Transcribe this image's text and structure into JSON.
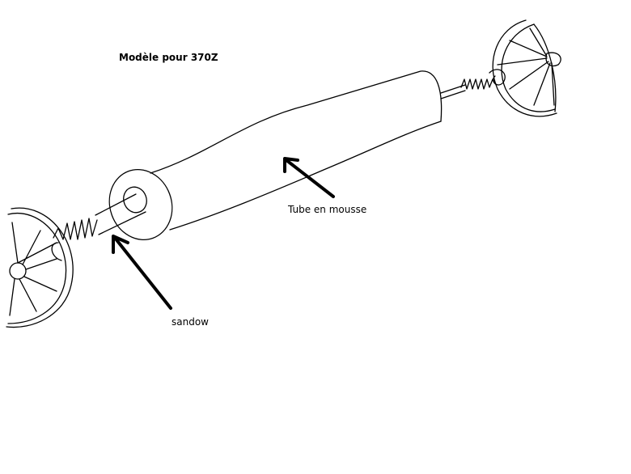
{
  "title": "Modèle pour 370Z",
  "labels": {
    "tube": "Tube en mousse",
    "sandow": "sandow"
  },
  "colors": {
    "ink": "#000000",
    "background": "#ffffff"
  }
}
